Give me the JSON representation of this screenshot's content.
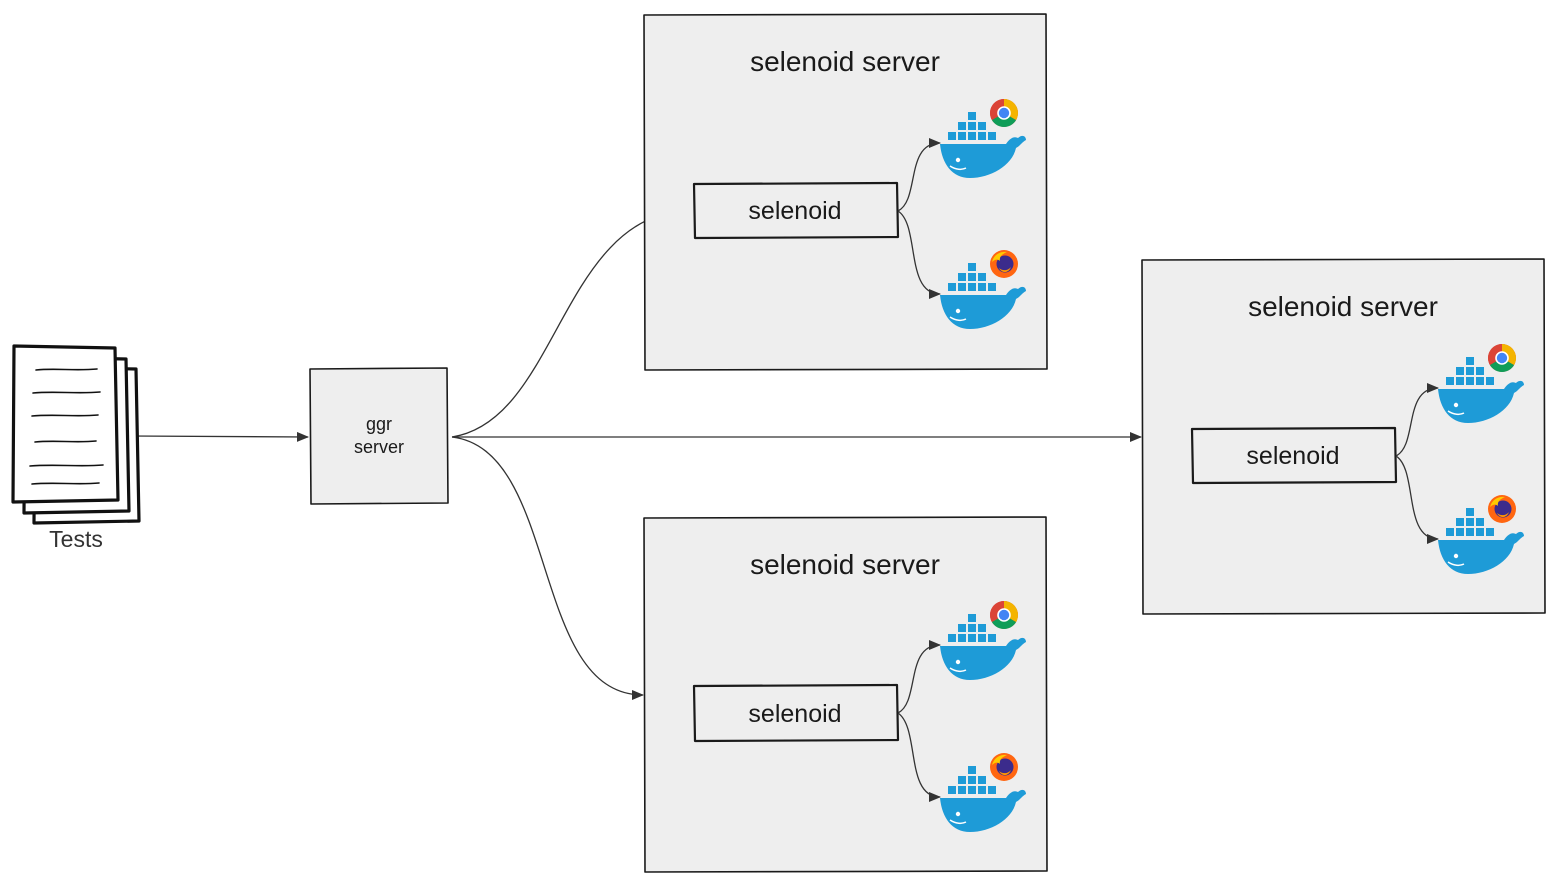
{
  "tests": {
    "label": "Tests"
  },
  "ggr": {
    "line1": "ggr",
    "line2": "server"
  },
  "servers": [
    {
      "id": "top",
      "title": "selenoid server",
      "inner": "selenoid",
      "browsers": [
        "chrome",
        "firefox"
      ]
    },
    {
      "id": "bottom",
      "title": "selenoid server",
      "inner": "selenoid",
      "browsers": [
        "chrome",
        "firefox"
      ]
    },
    {
      "id": "right",
      "title": "selenoid server",
      "inner": "selenoid",
      "browsers": [
        "chrome",
        "firefox"
      ]
    }
  ],
  "icons": {
    "container": "docker-whale-icon",
    "browser_a": "chrome-icon",
    "browser_b": "firefox-icon",
    "document": "document-stack-icon"
  },
  "colors": {
    "box_fill": "#eeeeee",
    "stroke": "#1a1a1a",
    "whale": "#1e9bd7",
    "chrome_red": "#db4437",
    "chrome_yellow": "#f4b400",
    "chrome_green": "#0f9d58",
    "chrome_center": "#4285f4",
    "firefox_orange": "#ff6611",
    "firefox_purple": "#3b2b8c"
  }
}
